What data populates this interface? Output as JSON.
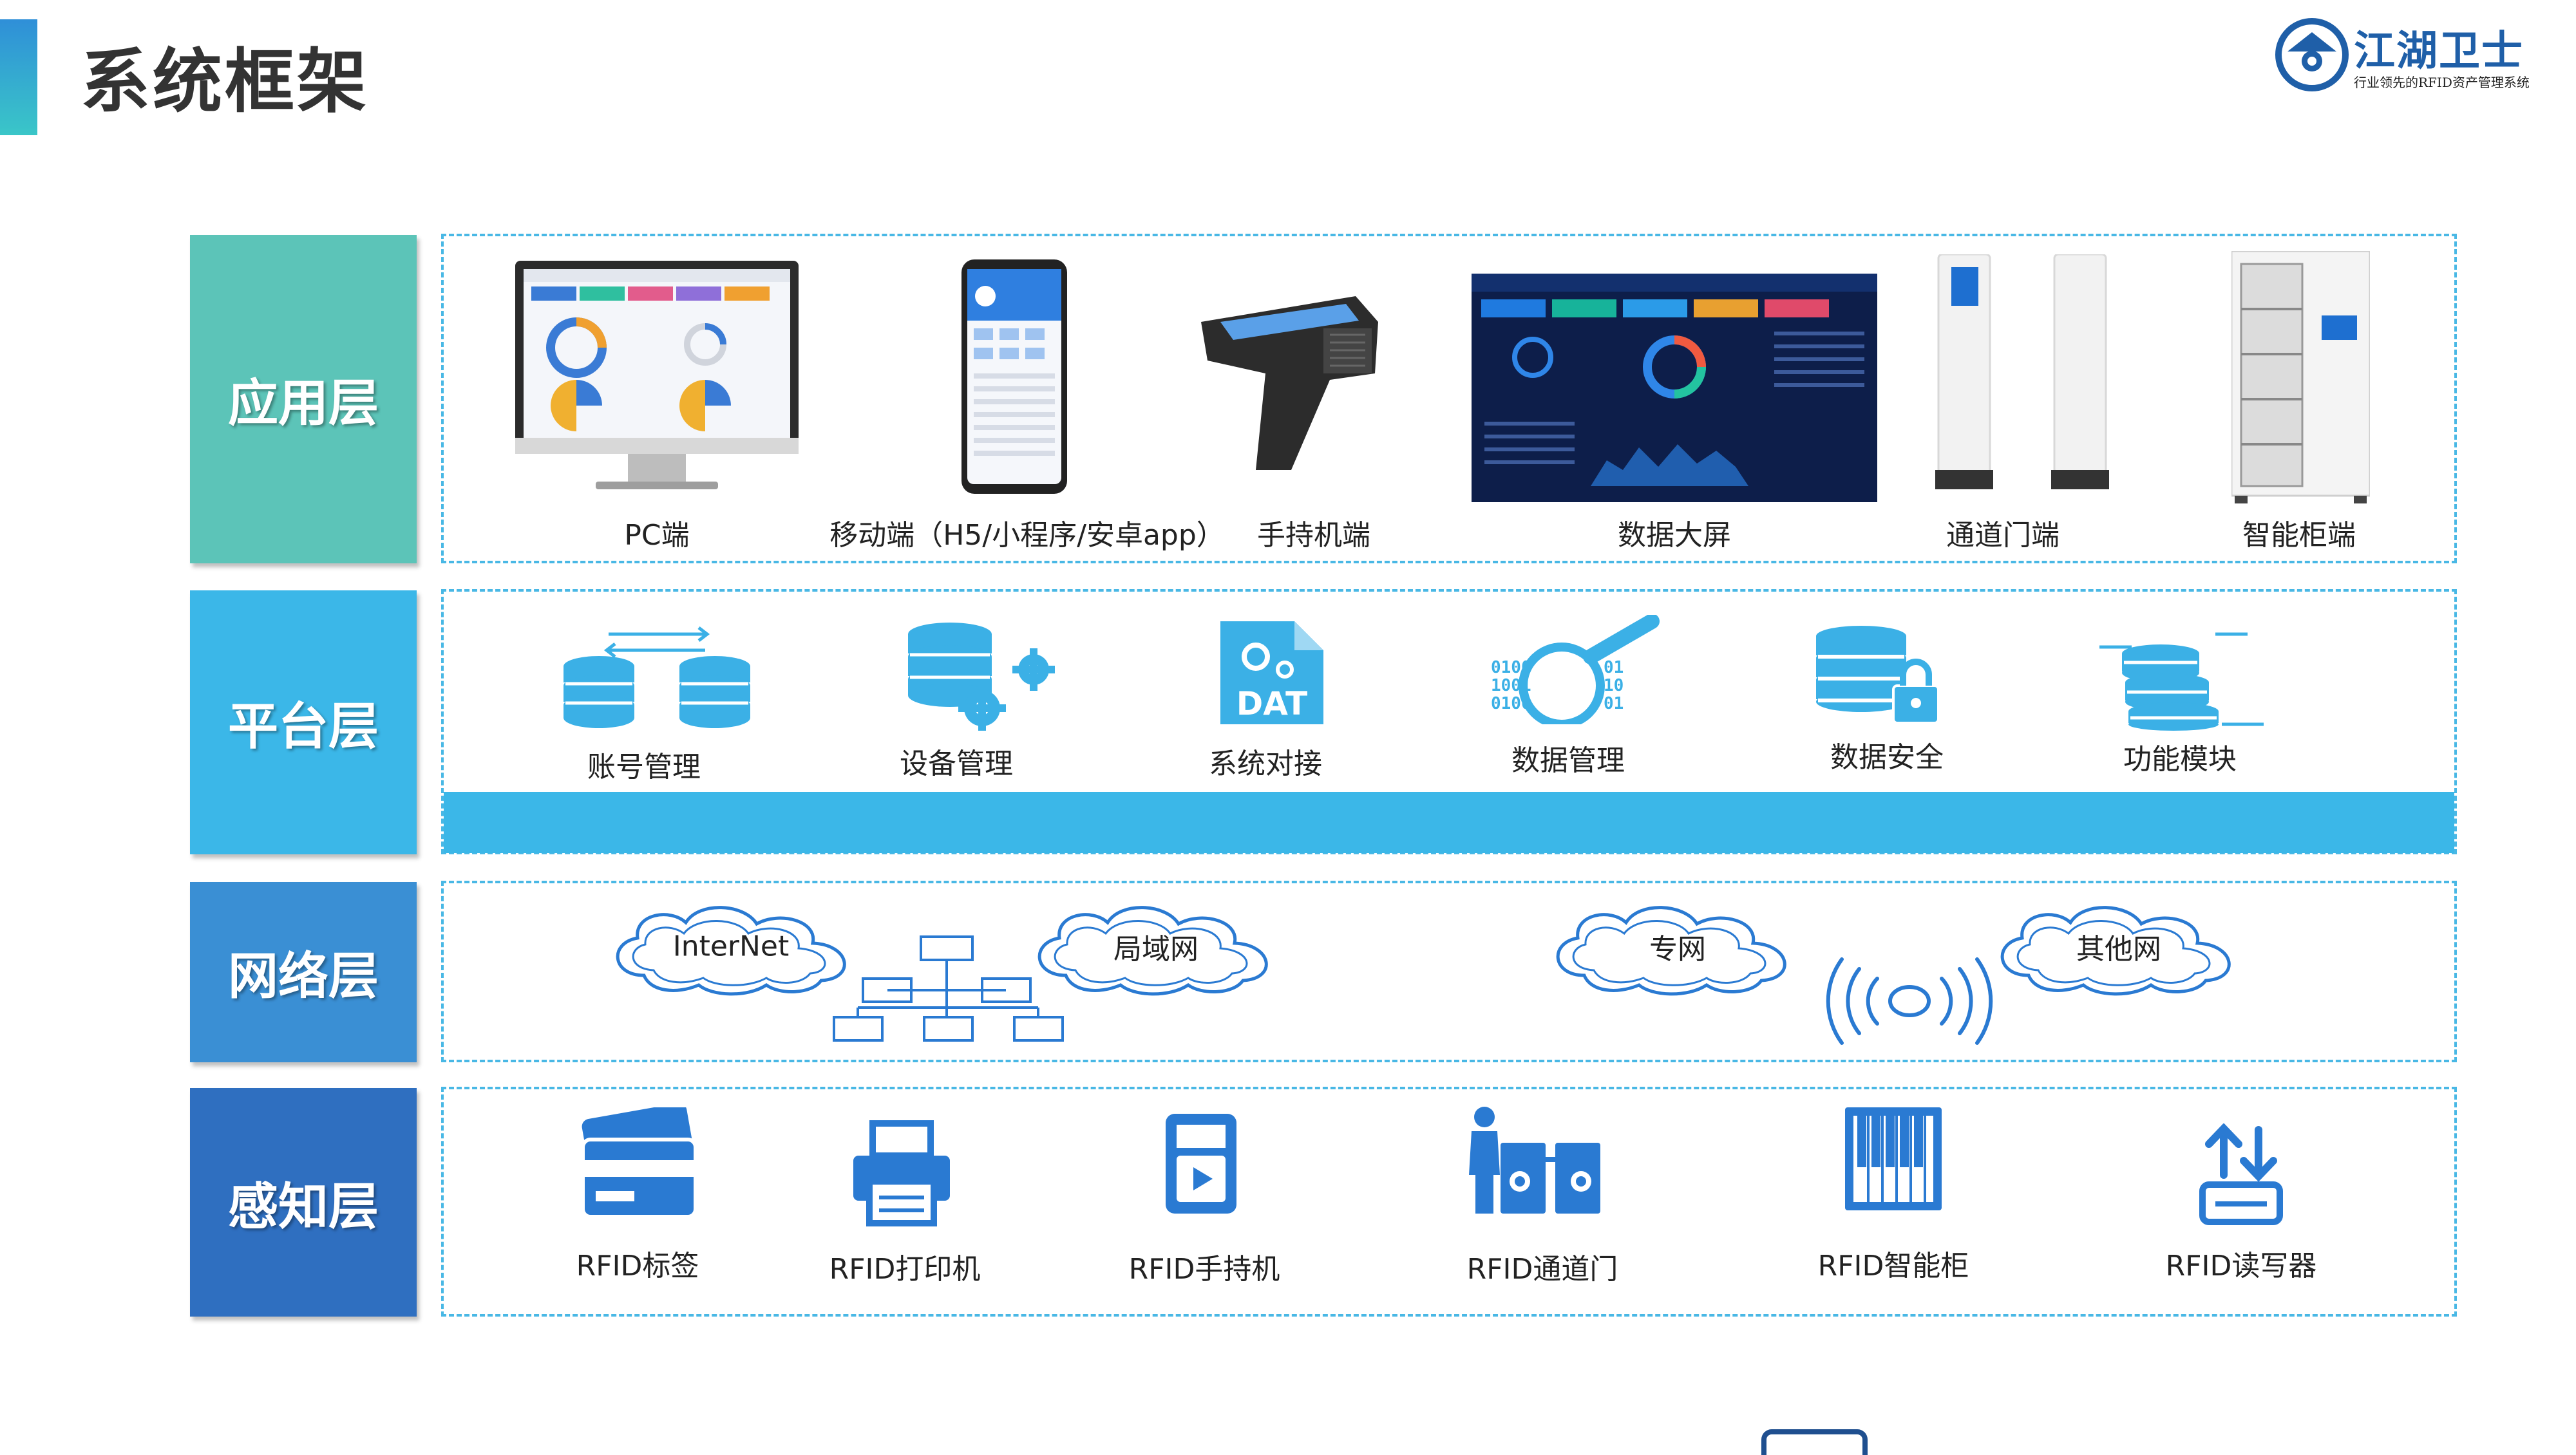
{
  "page": {
    "title": "系统框架"
  },
  "logo": {
    "brand": "江湖卫士",
    "tagline": "行业领先的RFID资产管理系统"
  },
  "colors": {
    "app": "#5cc4b8",
    "platform": "#3bb7e8",
    "network": "#3a8fd4",
    "perception": "#2f6fc0",
    "icon_blue": "#2a7ad2",
    "dashed_border": "#49b8e5"
  },
  "layers": [
    {
      "label": "应用层",
      "items": [
        "PC端",
        "移动端（H5/小程序/安卓app）",
        "手持机端",
        "数据大屏",
        "通道门端",
        "智能柜端"
      ]
    },
    {
      "label": "平台层",
      "items": [
        "账号管理",
        "设备管理",
        "系统对接",
        "数据管理",
        "数据安全",
        "功能模块"
      ]
    },
    {
      "label": "网络层",
      "items": [
        "InterNet",
        "局域网",
        "专网",
        "其他网"
      ]
    },
    {
      "label": "感知层",
      "items": [
        "RFID标签",
        "RFID打印机",
        "RFID手持机",
        "RFID通道门",
        "RFID智能柜",
        "RFID读写器"
      ]
    }
  ],
  "icons": {
    "app": [
      "monitor-icon",
      "smartphone-icon",
      "handheld-scanner-icon",
      "dashboard-screen-icon",
      "gate-icon",
      "cabinet-icon"
    ],
    "platform": [
      "account-sync-icon",
      "device-gear-icon",
      "dat-file-icon",
      "data-magnifier-icon",
      "database-lock-icon",
      "module-stack-icon"
    ],
    "perception": [
      "rfid-card-icon",
      "printer-icon",
      "handheld-icon",
      "turnstile-icon",
      "smart-cabinet-icon",
      "reader-icon"
    ]
  },
  "dat_text": "DAT"
}
